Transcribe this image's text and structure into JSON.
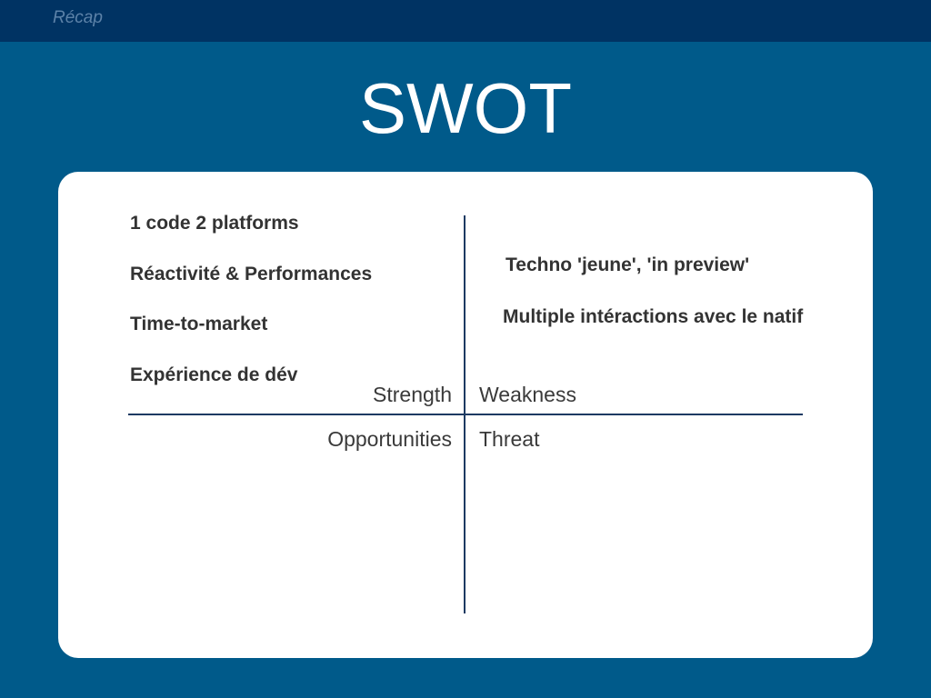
{
  "header": {
    "section": "Récap"
  },
  "slide": {
    "title": "SWOT"
  },
  "swot": {
    "strengths": [
      "1 code 2 platforms",
      "Réactivité & Performances",
      "Time-to-market",
      "Expérience de dév"
    ],
    "weaknesses": [
      "Techno 'jeune', 'in preview'",
      "Multiple intéractions avec le natif"
    ],
    "labels": {
      "strength": "Strength",
      "weakness": "Weakness",
      "opportunities": "Opportunities",
      "threat": "Threat"
    }
  }
}
